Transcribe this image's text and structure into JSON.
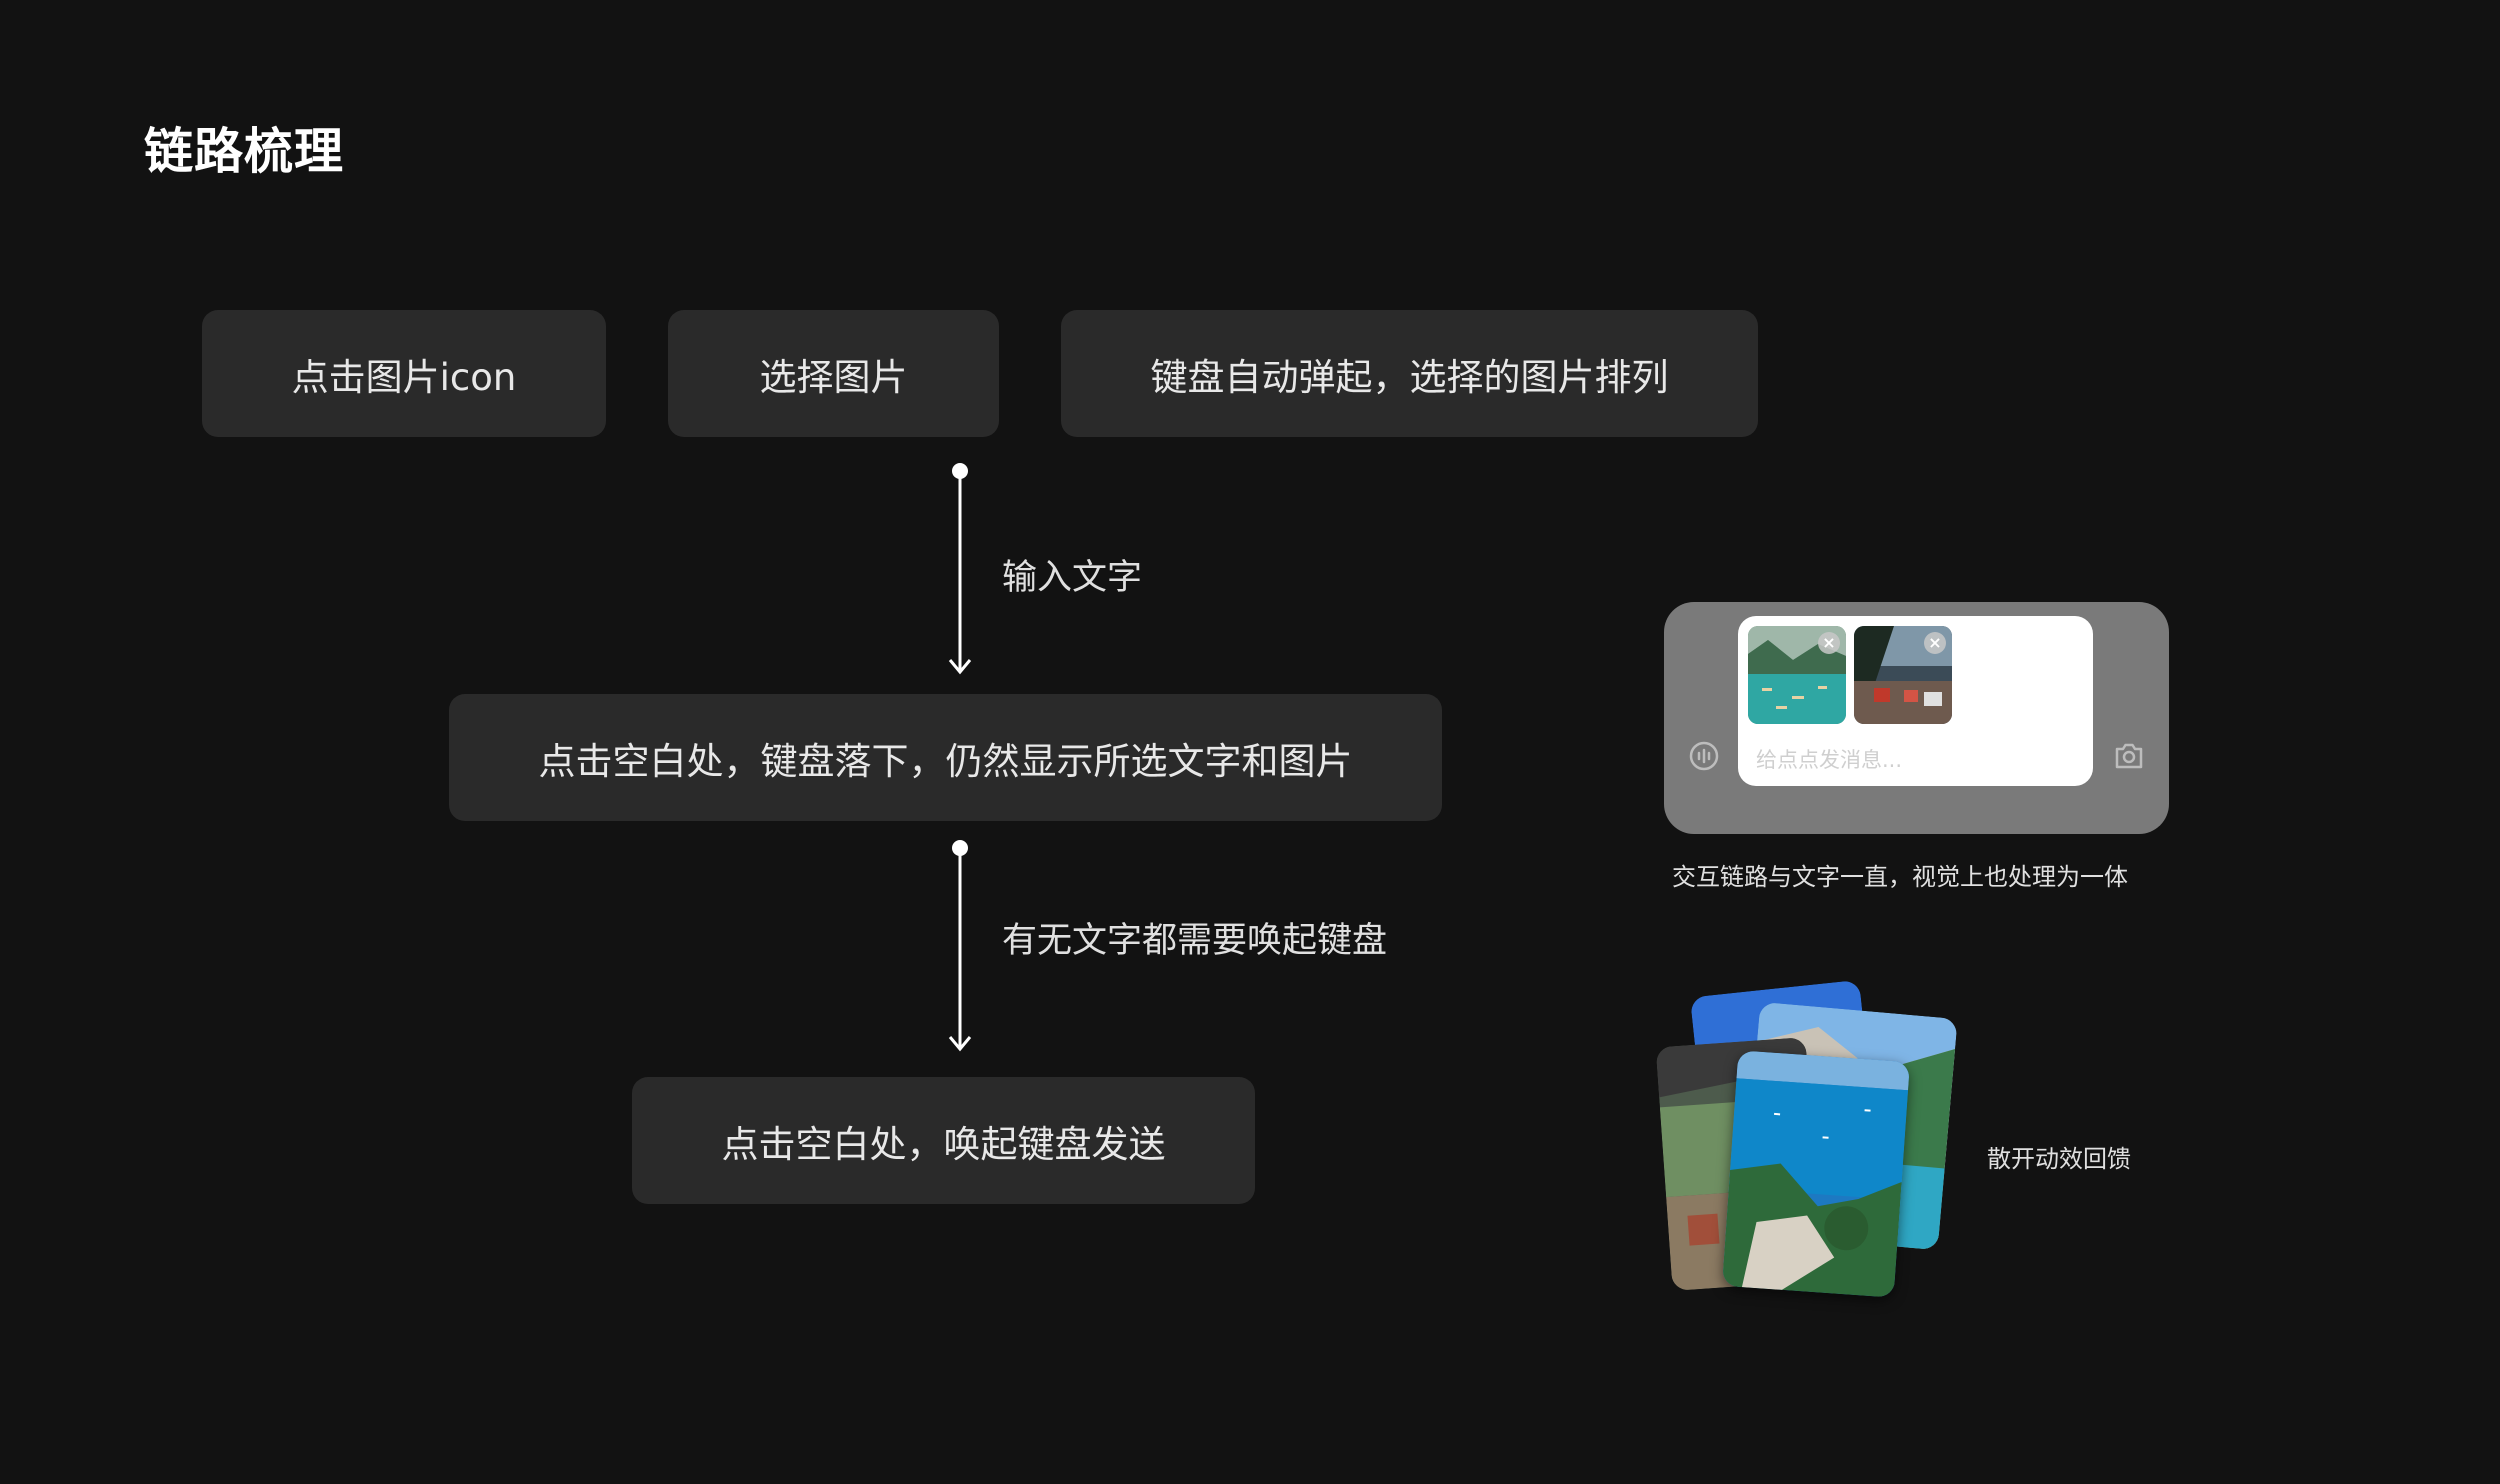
{
  "page": {
    "title": "链路梳理"
  },
  "flow": {
    "step_tap_icon": "点击图片icon",
    "step_select": "选择图片",
    "step_keyboard_up": "键盘自动弹起，选择的图片排列",
    "connector_type": "输入文字",
    "step_keyboard_down": "点击空白处，键盘落下，仍然显示所选文字和图片",
    "connector_wake": "有无文字都需要唤起键盘",
    "step_send": "点击空白处，唤起键盘发送"
  },
  "mockup": {
    "placeholder": "给点点发消息...",
    "caption": "交互链路与文字一直，视觉上也处理为一体",
    "icons": [
      "voice-icon",
      "camera-icon",
      "close-icon"
    ]
  },
  "stack": {
    "caption": "散开动效回馈"
  },
  "colors": {
    "background": "#121212",
    "box": "#2a2a2a",
    "mock_frame": "#7a7a7a"
  }
}
